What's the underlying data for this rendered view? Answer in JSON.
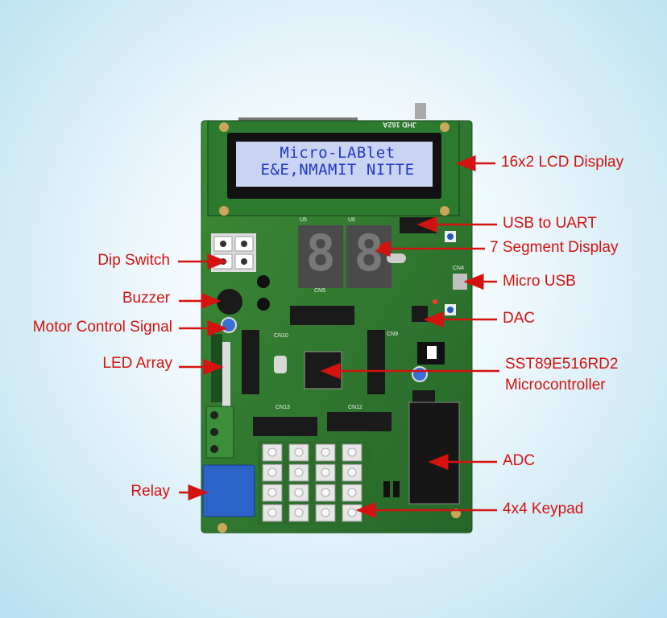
{
  "lcd": {
    "line1": "Micro-LABlet",
    "line2": "E&E,NMAMIT NITTE",
    "model": "JHD 162A"
  },
  "seven_segment": {
    "digit1": "8",
    "digit2": "8"
  },
  "silkscreen": {
    "cn5": "CN5",
    "cn10": "CN10",
    "cn13": "CN13",
    "cn12": "CN12",
    "cn9": "CN9",
    "cn4": "CN4",
    "u5": "U5",
    "u6": "U6"
  },
  "labels_right": [
    {
      "text": "16x2 LCD Display"
    },
    {
      "text": "USB to UART"
    },
    {
      "text": "7 Segment Display"
    },
    {
      "text": "Micro USB"
    },
    {
      "text": "DAC"
    },
    {
      "text": "SST89E516RD2",
      "text2": "Microcontroller"
    },
    {
      "text": "ADC"
    },
    {
      "text": "4x4 Keypad"
    }
  ],
  "labels_left": [
    {
      "text": "Dip Switch"
    },
    {
      "text": "Buzzer"
    },
    {
      "text": "Motor Control Signal"
    },
    {
      "text": "LED Array"
    },
    {
      "text": "Relay"
    }
  ],
  "colors": {
    "label": "#d4120f",
    "board": "#2f7a2c",
    "lcd": "#c9d3f2",
    "lcd_text": "#2338c8"
  }
}
